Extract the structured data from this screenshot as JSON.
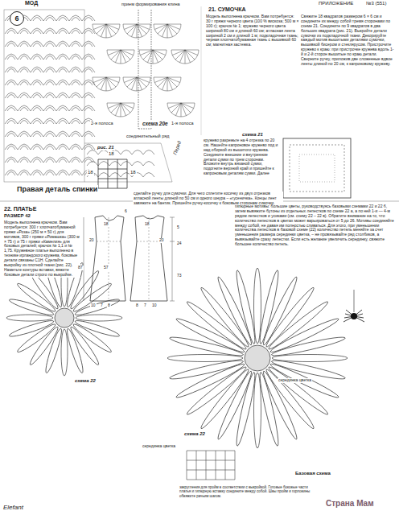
{
  "diagram": {
    "nodes": [
      {
        "text": [
          "6"
        ]
      }
    ],
    "labels": [
      "МОД",
      "ПРИЛОЖЕНИЕ",
      "№3 (551)",
      "прием формирования клина",
      "2-я полоса",
      "схема 20е",
      "1-я полоса",
      "соединительный ряд",
      "рис. 21",
      "18",
      "18",
      "18",
      "Правая деталь спинки",
      "Перед",
      "21. СУМОЧКА",
      "Модель выполнена крючком. Вам потребуется: 30 г пряжи черного цвета (100 % вискоза; 500 м × 100 г); крючок № 1; кружево черного цвета шириной 80 см и длиной 60 см; атласная лента шириной 2 см и длиной 1 м; подкладочная ткань; черная хлопчатобумажная ткань с вышивкой 60 см; магнитная застежка.",
      "Свяжите 18 квадратов размером 6 × 6 см и соедините их между собой тремя сторонами по схеме 21. Соедините по 9 квадратов в два больших квадрата (рис. 21). Выкройте детали сумочки из подкладочной ткани. Декорируйте каждый мотив вышитыми деталями сумочки, вышивкой бисером и стеклярусом. Пристрочите кружево к краю: при пристрочке кружева вдоль 1-й и 2-й сторон вышитые по краю детали. Сверните ручку, приложив две сложенные вдвое ленты длиной по 20 см, к капроновому кружеву.",
      "схема 21",
      "кружево разрежьте на 4 отрезка по 20 см. Нашейте капроновое кружево под и над оборкой из вышитого кружева. Соедините внешние и внутренние детали сумки по трем сторонам. Вложите внутрь вязаной сумки, подогните верхний край и пришейте к капроновым деталям сумки. Далее",
      "сделайте ручку для сумочки. Для чего сплетите косичку из двух отрезков атласной ленты длиной по 50 см и одного шнура – «гусеничка». Концы лент завяжите на бантик. Пришейте ручку-косичку к боковым сторонам сумочки.",
      "22. ПЛАТЬЕ",
      "РАЗМЕР 42",
      "Модель выполнена крючком. Вам потребуется: 300 г хлопчатобумажной пряжи «Роза» (250 м × 50 г) для мотивов, 300 г пряжи «Ромашка» (300 м × 75 г) и 75 г пряжи «Камелия» для боковых деталей; крючок № 1,1 и № 1,75. Кружевное платье выполнено в технике ирландского кружева, боковые детали связаны С1Н. Сделайте выкройку из плотной ткани (рис. 22). Наметьте контуры вставки, вяжите боковые детали строго по выкройке.",
      "гипюрные мотивы: большие цветы, руководствуясь базовыми схемами 22 и 22 б, затем вывяжите бутоны из отдельных лепестков по схеме 22 а, а по ней 1-и — 4-м рядом лепестков и усиками (см. схему 22 – 22 в). Обратите внимание на то, что количество лепестков в цветах может варьироваться от 5 до 26. Мотивы соединяйте между собой, не давая им полностью сливаться. Для этого, при уменьшении количества лепестков в базовой схеме (22) количество петель меняйте за счет уменьшения размера серединки цветка, – не провязывайте ряд столбиков, а вывязывайте сразу лепестки. Если есть желание увеличить серединку, свяжите большее количество петель.",
      "18",
      "20",
      "87",
      "57",
      "10",
      "7",
      "8",
      "8",
      "7",
      "10",
      "18",
      "20",
      "5",
      "24",
      "73",
      "6",
      "схема 22",
      "серединка цветка",
      "серединка цветка",
      "схема 22",
      "Базовая схема",
      "закругления для пройм в соответствии с выкройкой. Готовые боковые части платья и гипюрную вставку соедините между собой. Швы пройм и горловины обвяжите рачьим шагом.",
      "Elefant",
      "Страна Мам"
    ]
  }
}
